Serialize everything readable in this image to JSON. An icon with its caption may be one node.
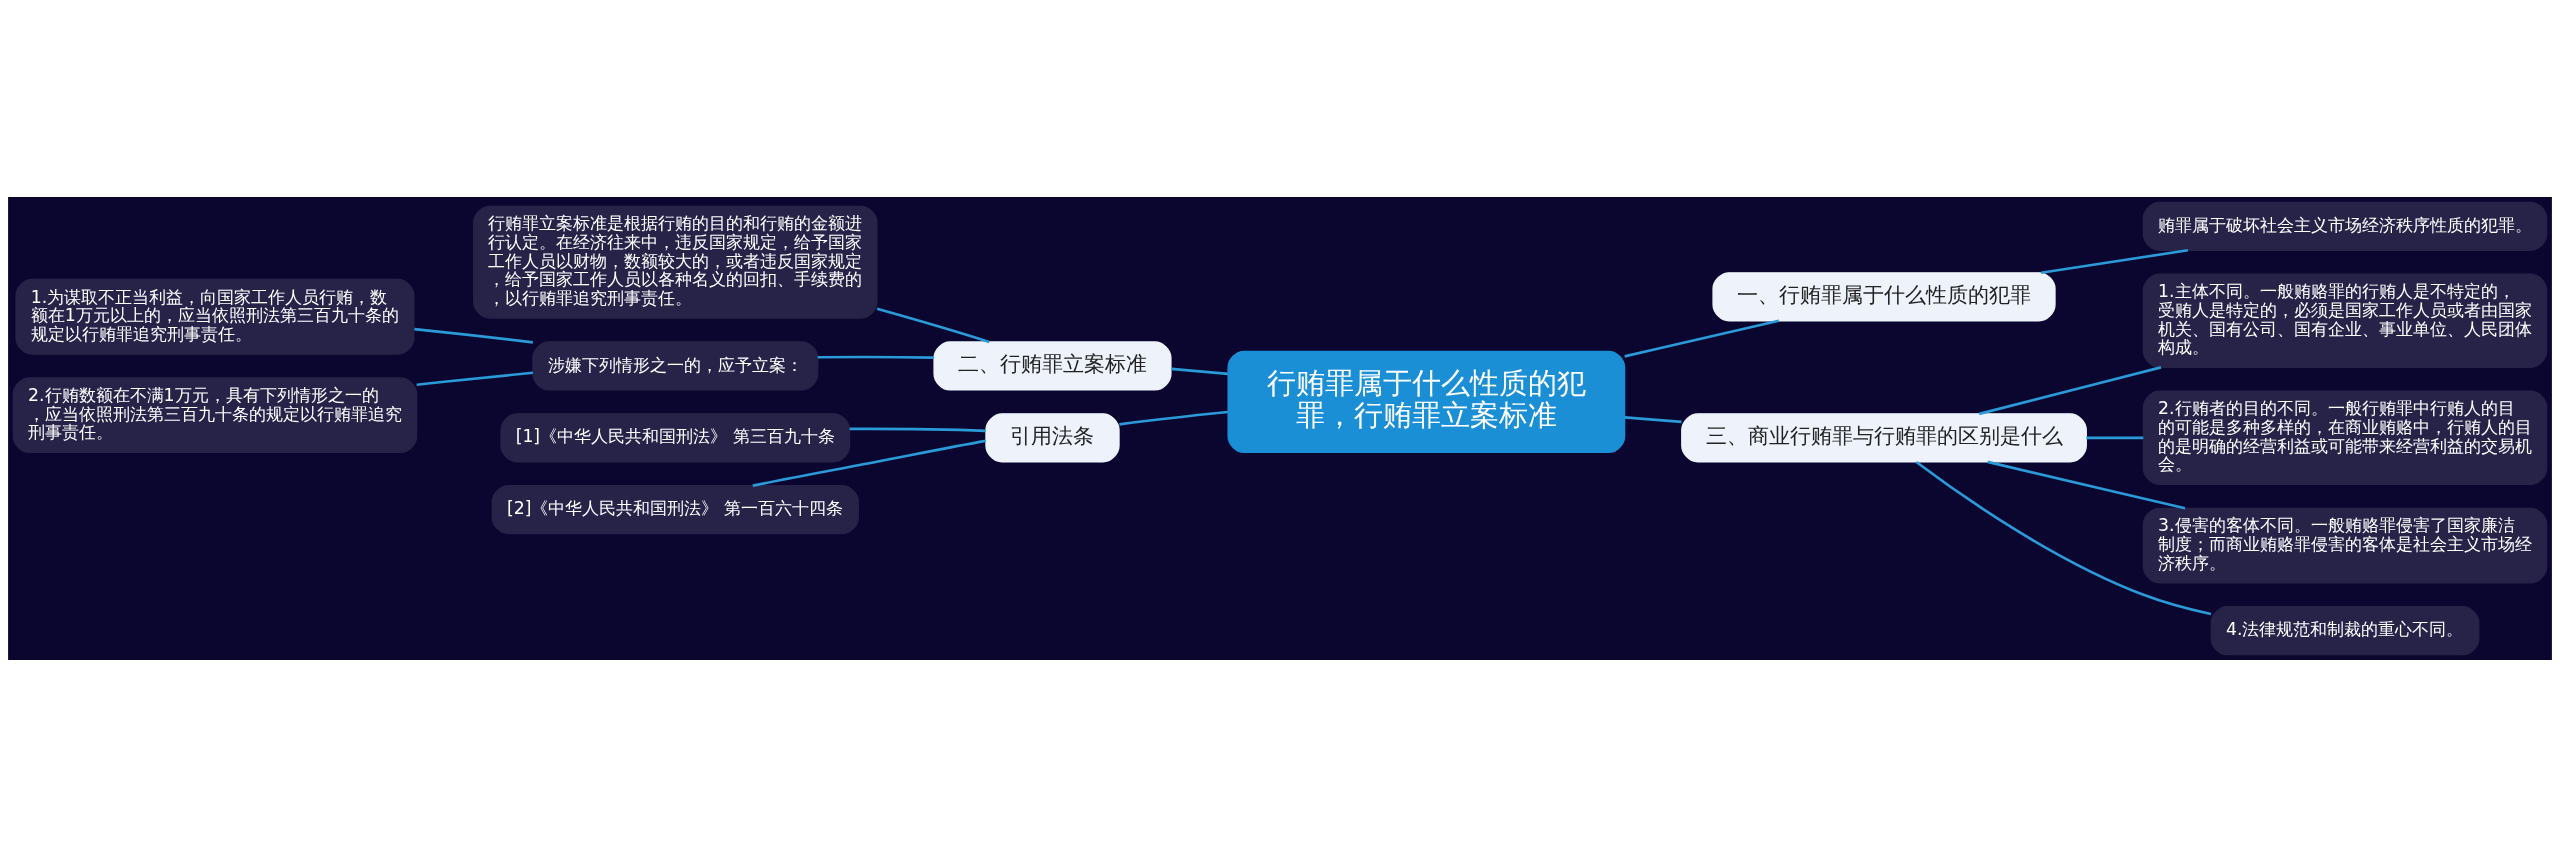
{
  "diagram": {
    "nodes": [
      {
        "text": [
          "行贿罪属于什么性质的犯罪，行贿罪立案标准"
        ]
      },
      {
        "text": [
          "一、行贿罪属于什么性质的犯罪"
        ]
      },
      {
        "text": [
          "贿罪属于破坏社会主义市场经济秩序性质的犯罪。"
        ]
      },
      {
        "text": [
          "二、行贿罪立案标准"
        ]
      },
      {
        "text": [
          "行贿罪立案标准是根据行贿的目的和行贿的金额进行认定。在经济往来中，违反国家规定，给予国家工作人员以财物，数额较大的，或者违反国家规定，给予国家工作人员以各种名义的回扣、手续费的，以行贿罪追究刑事责任。"
        ]
      },
      {
        "text": [
          "涉嫌下列情形之一的，应予立案："
        ]
      },
      {
        "text": [
          "1.为谋取不正当利益，向国家工作人员行贿，数额在1万元以上的，应当依照刑法第三百九十条的规定以行贿罪追究刑事责任。"
        ]
      },
      {
        "text": [
          "2.行贿数额在不满1万元，具有下列情形之一的，应当依照刑法第三百九十条的规定以行贿罪追究刑事责任。"
        ]
      },
      {
        "text": [
          "三、商业行贿罪与行贿罪的区别是什么"
        ]
      },
      {
        "text": [
          "1.主体不同。一般贿赂罪的行贿人是不特定的，受贿人是特定的，必须是国家工作人员或者由国家机关、国有公司、国有企业、事业单位、人民团体构成。"
        ]
      },
      {
        "text": [
          "2.行贿者的目的不同。一般行贿罪中行贿人的目的可能是多种多样的，在商业贿赂中，行贿人的目的是明确的经营利益或可能带来经营利益的交易机会。"
        ]
      },
      {
        "text": [
          "3.侵害的客体不同。一般贿赂罪侵害了国家廉洁制度；而商业贿赂罪侵害的客体是社会主义市场经济秩序。"
        ]
      },
      {
        "text": [
          "4.法律规范和制裁的重心不同。"
        ]
      },
      {
        "text": [
          "引用法条"
        ]
      },
      {
        "text": [
          "[1]《中华人民共和国刑法》 第三百九十条"
        ]
      },
      {
        "text": [
          "[2]《中华人民共和国刑法》 第一百六十四条"
        ]
      }
    ],
    "edges": [
      {
        "from": 0,
        "to": 1,
        "arrow": "none"
      },
      {
        "from": 1,
        "to": 2,
        "arrow": "none"
      },
      {
        "from": 0,
        "to": 3,
        "arrow": "none"
      },
      {
        "from": 3,
        "to": 4,
        "arrow": "none"
      },
      {
        "from": 3,
        "to": 5,
        "arrow": "none"
      },
      {
        "from": 5,
        "to": 6,
        "arrow": "none"
      },
      {
        "from": 5,
        "to": 7,
        "arrow": "none"
      },
      {
        "from": 0,
        "to": 8,
        "arrow": "none"
      },
      {
        "from": 8,
        "to": 9,
        "arrow": "none"
      },
      {
        "from": 8,
        "to": 10,
        "arrow": "none"
      },
      {
        "from": 8,
        "to": 11,
        "arrow": "none"
      },
      {
        "from": 8,
        "to": 12,
        "arrow": "none"
      },
      {
        "from": 0,
        "to": 13,
        "arrow": "none"
      },
      {
        "from": 13,
        "to": 14,
        "arrow": "none"
      },
      {
        "from": 13,
        "to": 15,
        "arrow": "none"
      }
    ]
  }
}
